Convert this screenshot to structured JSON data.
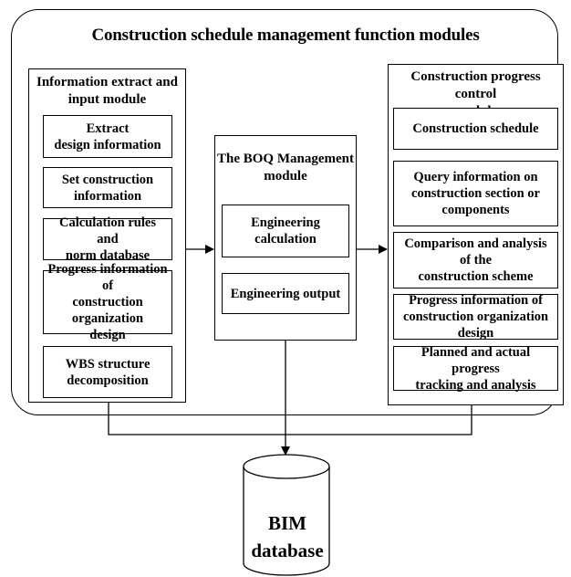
{
  "title": "Construction schedule management function modules",
  "left_module": {
    "title": "Information extract and\ninput module",
    "items": [
      "Extract\ndesign information",
      "Set construction\ninformation",
      "Calculation rules and\nnorm database",
      "Progress information of\nconstruction organization\ndesign",
      "WBS structure\ndecomposition"
    ]
  },
  "middle_module": {
    "title": "The BOQ Management\nmodule",
    "items": [
      "Engineering calculation",
      "Engineering output"
    ]
  },
  "right_module": {
    "title": "Construction progress control\nmodule",
    "items": [
      "Construction schedule",
      "Query information on\nconstruction section or\ncomponents",
      "Comparison and analysis of the\nconstruction scheme",
      "Progress information of\nconstruction organization design",
      "Planned and actual progress\ntracking and analysis"
    ]
  },
  "database": {
    "label": "BIM\ndatabase"
  }
}
